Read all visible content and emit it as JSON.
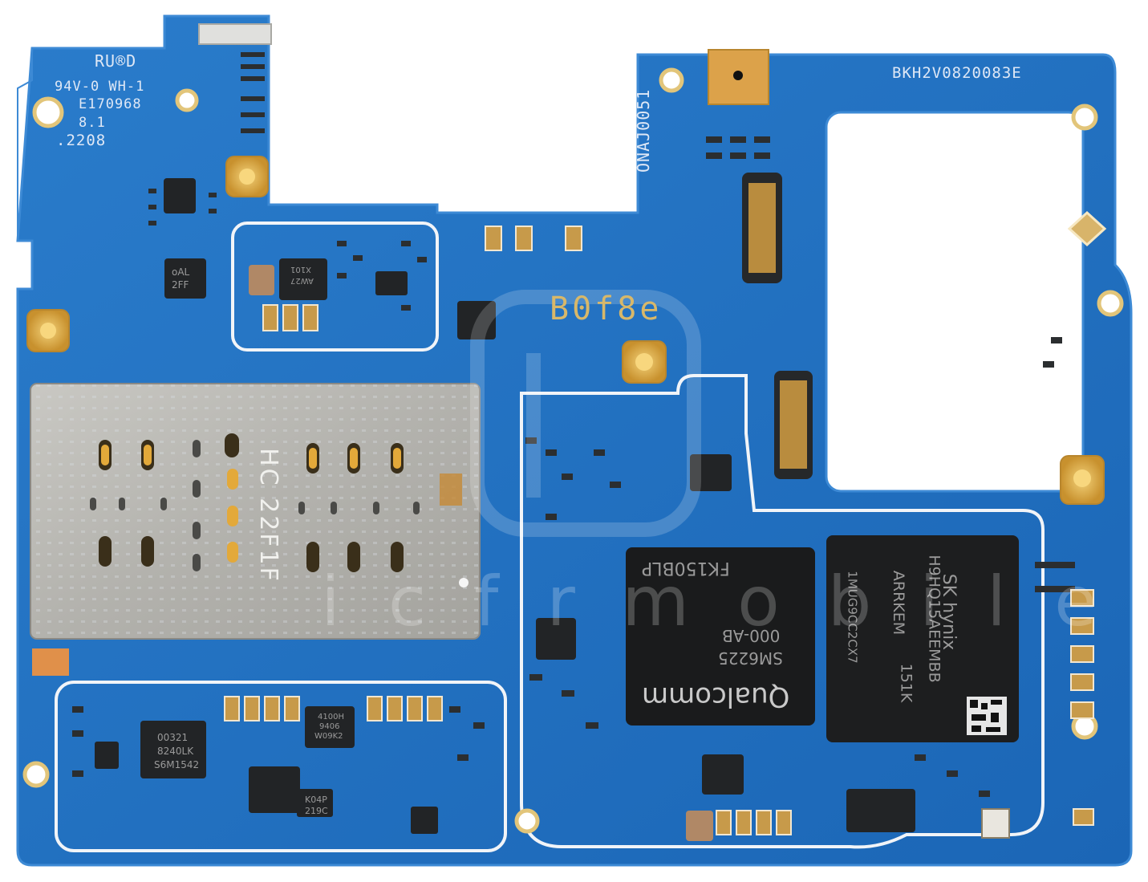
{
  "image": {
    "subject": "smartphone-motherboard",
    "colors": {
      "board": "#1e6fbf",
      "board_edge": "#3c8ad6",
      "silkscreen": "#f2f6fb",
      "gold": "#d9a441",
      "chip": "#222325",
      "shield": "#b9b9b6"
    }
  },
  "silkscreen": {
    "cert_line1": "94V-0 WH-1",
    "cert_line2": "E170968",
    "cert_line3": "8.1",
    "cert_line4": ".2208",
    "ul_mark": "RU®D",
    "serial": "BKH2V0820083E",
    "board_code_vertical": "ONAJ0051",
    "board_ref": "B0f8e"
  },
  "chips": {
    "soc": {
      "brand": "Qualcomm",
      "model": "SM6225",
      "line2": "000-AB",
      "line3": "FK150BLP"
    },
    "memory": {
      "brand": "SK hynix",
      "part": "H9HQ15AEEMBB",
      "line3": "ARRKEM",
      "line4": "151K",
      "line5": "1MUG9CC2CX7"
    },
    "pmic_small": {
      "line1": "00321",
      "line2": "8240LK",
      "line3": "S6M1542"
    },
    "ic_4100h": {
      "line1": "4100H",
      "line2": "9406",
      "line3": "W09K2"
    },
    "ic_k04p": {
      "line1": "K04P",
      "line2": "219C"
    },
    "ic_oal": {
      "line1": "oAL",
      "line2": "2FF"
    },
    "ic_x101": {
      "line1": "X101",
      "line2": "AW27"
    }
  },
  "sim_tray": {
    "marking": "HC 22F1F"
  },
  "watermark": {
    "text": "icfrmobile"
  }
}
